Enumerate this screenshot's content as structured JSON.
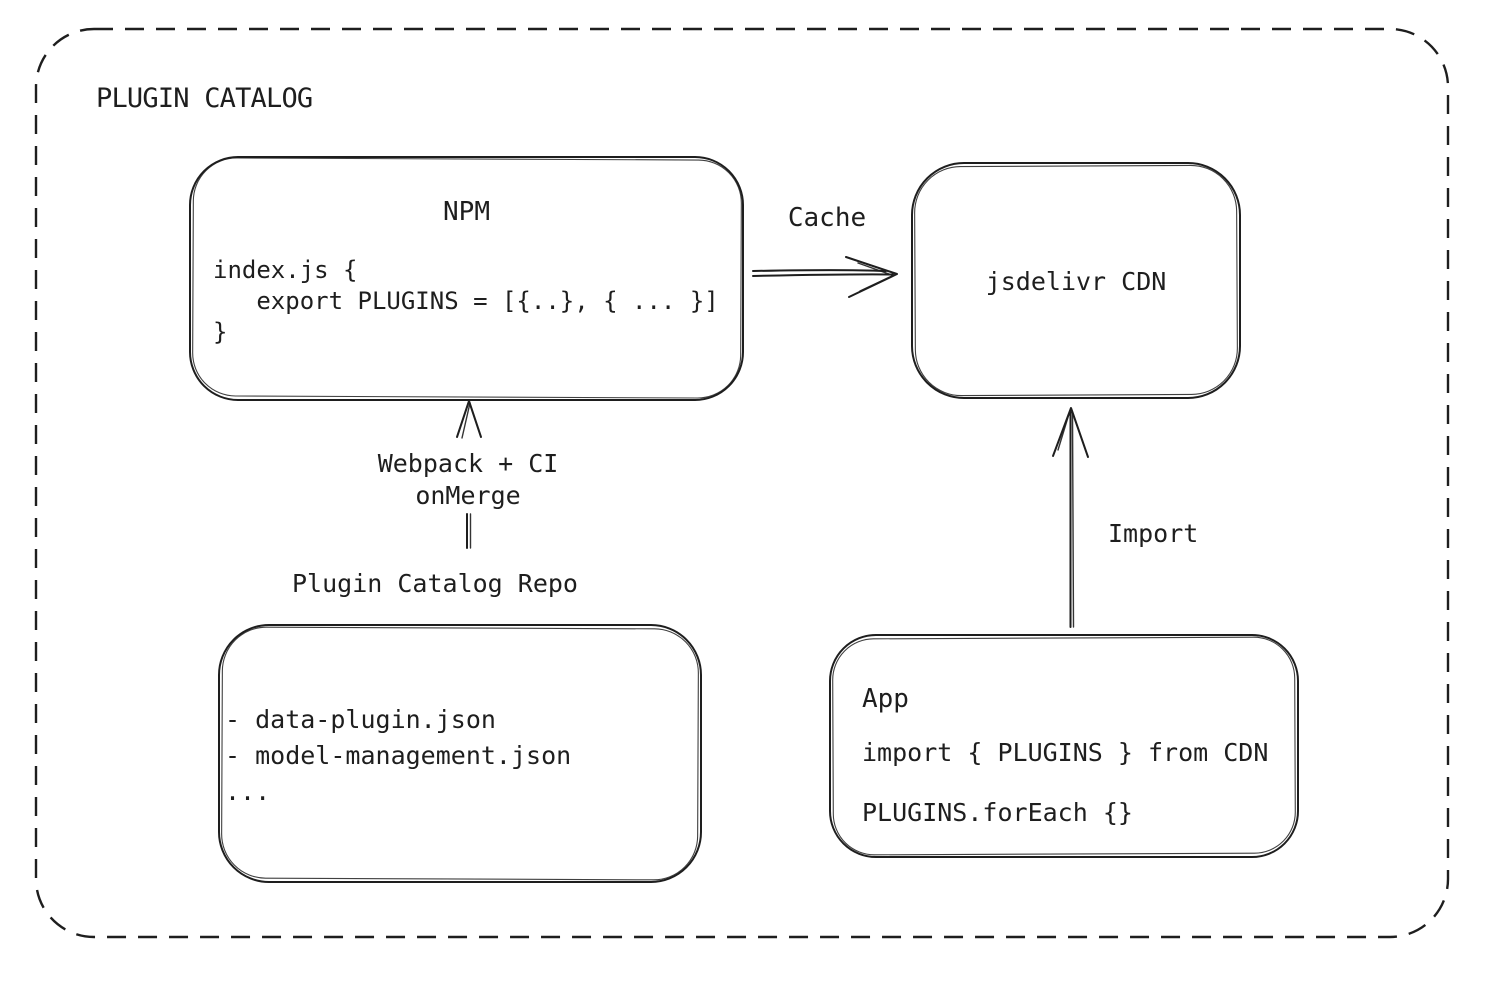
{
  "canvas": {
    "background": "#ffffff",
    "stroke_color": "#1e1e1e",
    "text_color": "#1e1e1e"
  },
  "title": "PLUGIN CATALOG",
  "nodes": {
    "npm": {
      "title": "NPM",
      "code": "index.js {\n   export PLUGINS = [{..}, { ... }]\n}"
    },
    "cdn": {
      "label": "jsdelivr CDN"
    },
    "repo": {
      "label": "Plugin Catalog Repo",
      "files": "- data-plugin.json\n- model-management.json\n..."
    },
    "app": {
      "title": "App",
      "import_line": "import { PLUGINS } from CDN",
      "foreach_line": "PLUGINS.forEach {}"
    }
  },
  "edges": {
    "cache_label": "Cache",
    "build_label": "Webpack + CI\nonMerge",
    "import_label": "Import"
  }
}
